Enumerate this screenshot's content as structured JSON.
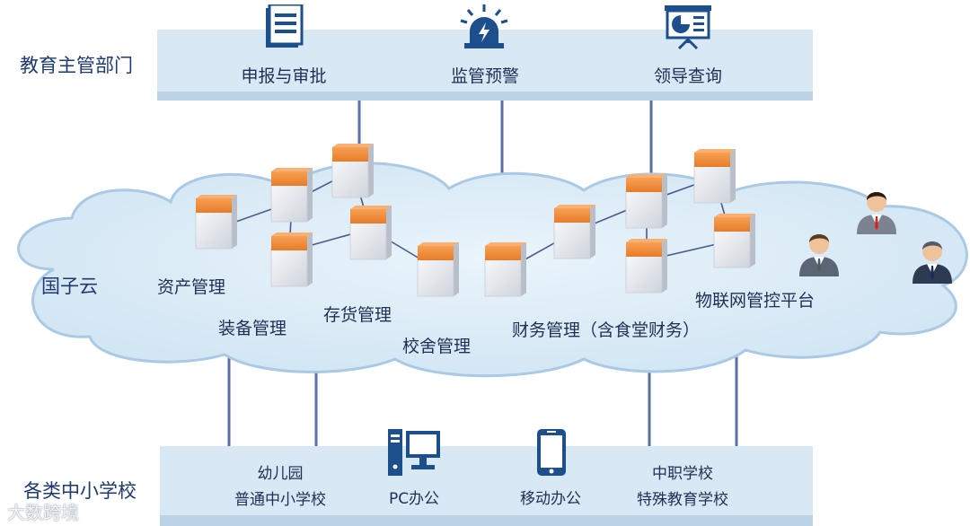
{
  "edu_dept": {
    "side_label": "教育主管部门",
    "items": [
      "申报与审批",
      "监管预警",
      "领导查询"
    ]
  },
  "cloud": {
    "side_label": "国子云",
    "modules": [
      "资产管理",
      "装备管理",
      "存货管理",
      "校舍管理",
      "财务管理（含食堂财务）",
      "物联网管控平台"
    ]
  },
  "schools": {
    "side_label": "各类中小学校",
    "kindergarten": "幼儿园",
    "general_school": "普通中小学校",
    "pc_office": "PC办公",
    "mobile_office": "移动办公",
    "vocational_school": "中职学校",
    "special_school": "特殊教育学校"
  },
  "watermark": "大数跨境",
  "colors": {
    "platform": "#d6e7f3",
    "platform_edge": "#c1d8ea",
    "cloud": "#d3e7f4",
    "cloud_edge": "#a9c9e4",
    "line": "#5b6fa6",
    "icon": "#1d4f8c",
    "cube_top": "#f08a3a",
    "cube_body": "#e6e9ee"
  },
  "icons": [
    "document-icon",
    "alarm-light-icon",
    "presentation-board-icon",
    "desktop-computer-icon",
    "mobile-phone-icon",
    "businessman-icon"
  ]
}
